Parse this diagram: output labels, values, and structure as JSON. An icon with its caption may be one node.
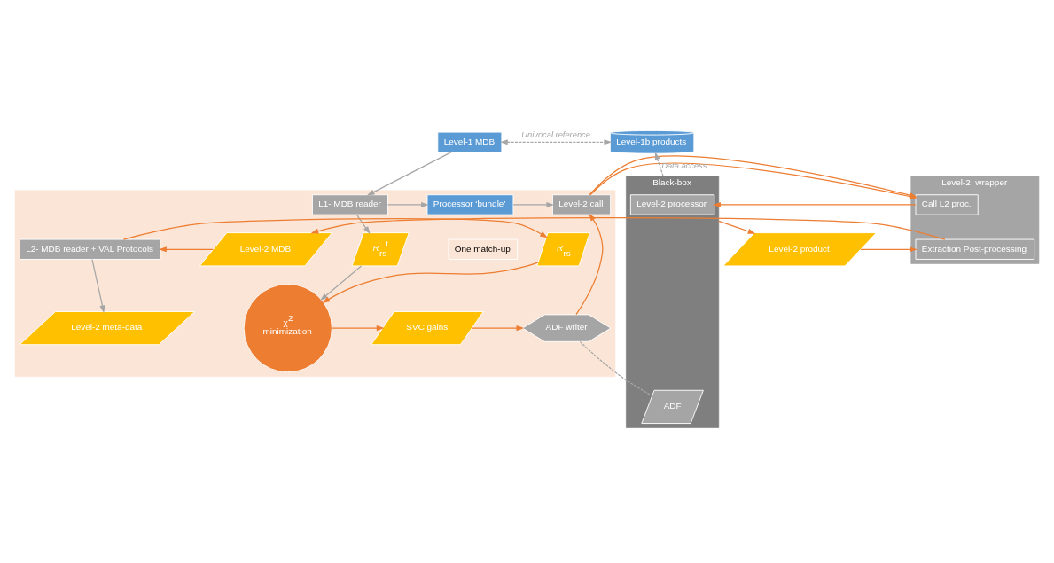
{
  "diagram": {
    "nodes": [
      {
        "text": [
          "Level-1 MDB"
        ]
      },
      {
        "text": [
          "Level-1b products"
        ]
      },
      {
        "text": [],
        "shape": "box"
      },
      {
        "text": [
          "L1- MDB reader"
        ],
        "in": 2
      },
      {
        "text": [
          "Processor ‘bundle’"
        ],
        "in": 2
      },
      {
        "text": [
          "Level-2 call"
        ],
        "in": 2
      },
      {
        "text": [
          "*R*$_{rs}$$^{t}$"
        ],
        "in": 2
      },
      {
        "text": [
          "One match-up"
        ],
        "in": 2
      },
      {
        "text": [
          "χ$^{2}$",
          "minimization"
        ],
        "in": 2
      },
      {
        "text": [
          "SVC gains"
        ],
        "in": 2
      },
      {
        "text": [
          "ADF writer"
        ],
        "in": 2
      },
      {
        "text": [
          "*R*$_{rs}$"
        ],
        "in": 2
      },
      {
        "text": [
          "L2- MDB reader + VAL Protocols"
        ],
        "in": 2
      },
      {
        "text": [
          "Level-2 MDB"
        ],
        "in": 2
      },
      {
        "text": [
          "Level-2 meta-data"
        ],
        "in": 2
      },
      {
        "text": [
          "Level-2  wrapper"
        ]
      },
      {
        "text": [
          "Call L2 proc."
        ],
        "in": 15
      },
      {
        "text": [
          "Extraction Post-processing"
        ],
        "in": 15
      },
      {
        "text": [
          "Black-box"
        ]
      },
      {
        "text": [
          "Level-2 processor"
        ],
        "in": 18
      },
      {
        "text": [
          "ADF"
        ],
        "in": 18
      },
      {
        "text": [
          "Level-2 product"
        ]
      }
    ],
    "edges": [
      {
        "from": 0,
        "to": 1,
        "arrow": "both",
        "label": "Univocal reference",
        "style": "dashed",
        "color": "#a6a6a6"
      },
      {
        "from": 18,
        "to": 1,
        "arrow": "to",
        "label": "Data access",
        "style": "dashed",
        "color": "#a6a6a6"
      },
      {
        "from": 0,
        "to": 3,
        "arrow": "to",
        "color": "#a6a6a6"
      },
      {
        "from": 3,
        "to": 4,
        "arrow": "to",
        "color": "#a6a6a6"
      },
      {
        "from": 4,
        "to": 5,
        "arrow": "to",
        "color": "#a6a6a6"
      },
      {
        "from": 5,
        "to": 16,
        "arrow": "to"
      },
      {
        "from": 16,
        "to": 19,
        "arrow": "to"
      },
      {
        "from": 3,
        "to": 6,
        "arrow": "to",
        "color": "#a6a6a6"
      },
      {
        "from": 6,
        "to": 8,
        "arrow": "to",
        "color": "#a6a6a6"
      },
      {
        "from": 8,
        "to": 9,
        "arrow": "to"
      },
      {
        "from": 9,
        "to": 10,
        "arrow": "to"
      },
      {
        "from": 10,
        "to": 5,
        "arrow": "to"
      },
      {
        "from": 10,
        "to": 20,
        "arrow": "none",
        "style": "dashed",
        "color": "#a6a6a6"
      },
      {
        "from": 18,
        "to": 21,
        "arrow": "to"
      },
      {
        "from": 21,
        "to": 17,
        "arrow": "to"
      },
      {
        "from": 17,
        "to": 13,
        "arrow": "to"
      },
      {
        "from": 13,
        "to": 12,
        "arrow": "to"
      },
      {
        "from": 12,
        "to": 11,
        "arrow": "to"
      },
      {
        "from": 12,
        "to": 14,
        "arrow": "to",
        "color": "#a6a6a6"
      },
      {
        "from": 11,
        "to": 8,
        "arrow": "to"
      }
    ]
  }
}
